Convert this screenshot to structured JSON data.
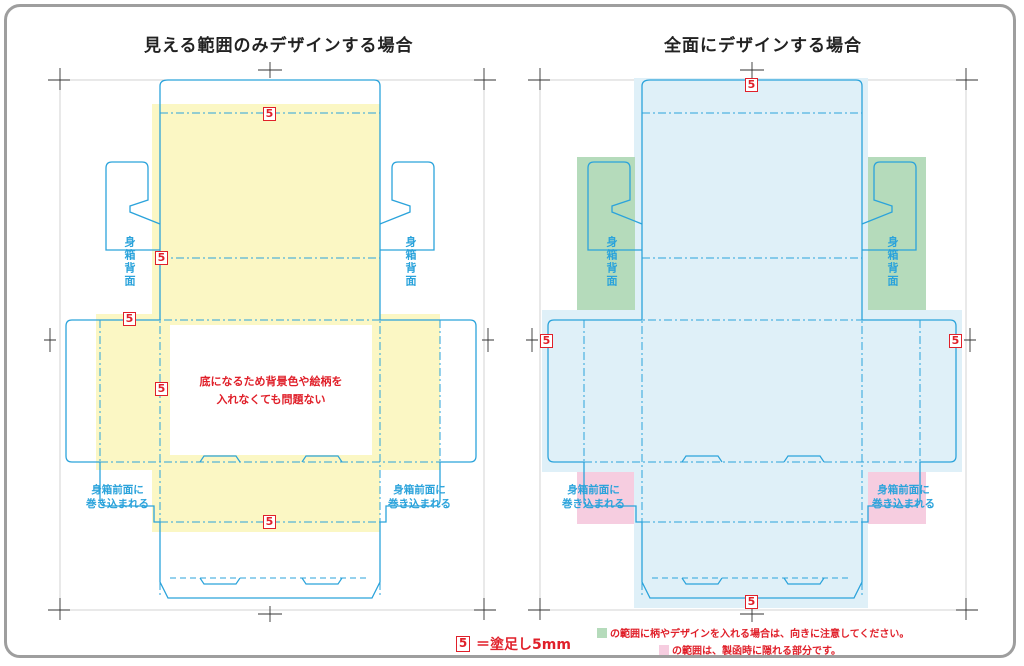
{
  "titles": {
    "left": "見える範囲のみデザインする場合",
    "right": "全面にデザインする場合"
  },
  "labels": {
    "side_back": "身箱背面",
    "wrap_front_line1": "身箱前面に",
    "wrap_front_line2": "巻き込まれる",
    "bottom_note_line1": "底になるため背景色や絵柄を",
    "bottom_note_line2": "入れなくても問題ない",
    "bleed_badge": "5"
  },
  "legend": {
    "bleed_text": "＝塗足し5mm",
    "green_note": "の範囲に柄やデザインを入れる場合は、向きに注意してください。",
    "pink_note": "の範囲は、製函時に隠れる部分です。"
  },
  "colors": {
    "cut_line": "#2ba3db",
    "bleed_red": "#e0202a",
    "yellow_fill": "#fbf7c4",
    "blue_fill": "#dff0f8",
    "green_fill": "#b5dbbb",
    "pink_fill": "#f6cde0",
    "frame_gray": "#9e9e9e"
  }
}
